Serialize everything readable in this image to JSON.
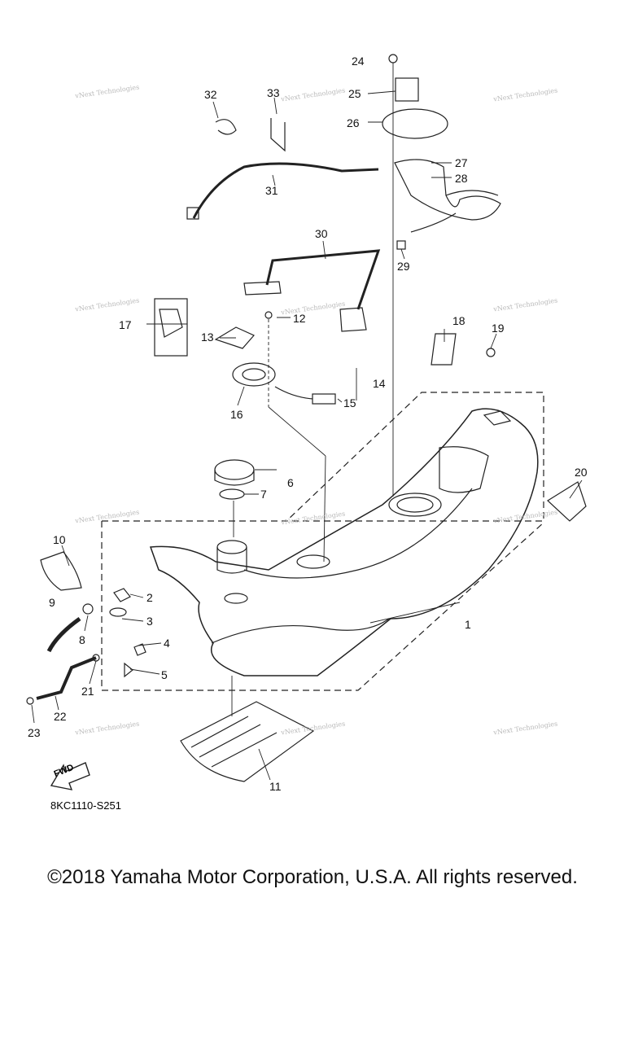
{
  "diagram": {
    "part_labels": [
      "1",
      "2",
      "3",
      "4",
      "5",
      "6",
      "7",
      "8",
      "9",
      "10",
      "11",
      "12",
      "13",
      "14",
      "15",
      "16",
      "17",
      "18",
      "19",
      "20",
      "21",
      "22",
      "23",
      "24",
      "25",
      "26",
      "27",
      "28",
      "29",
      "30",
      "31",
      "32",
      "33"
    ],
    "watermark_text": "vNext Technologies",
    "forward_marker": "FWD",
    "drawing_code": "8KC1110-S251"
  },
  "footer": {
    "copyright": "©2018 Yamaha Motor Corporation, U.S.A. All rights reserved."
  }
}
